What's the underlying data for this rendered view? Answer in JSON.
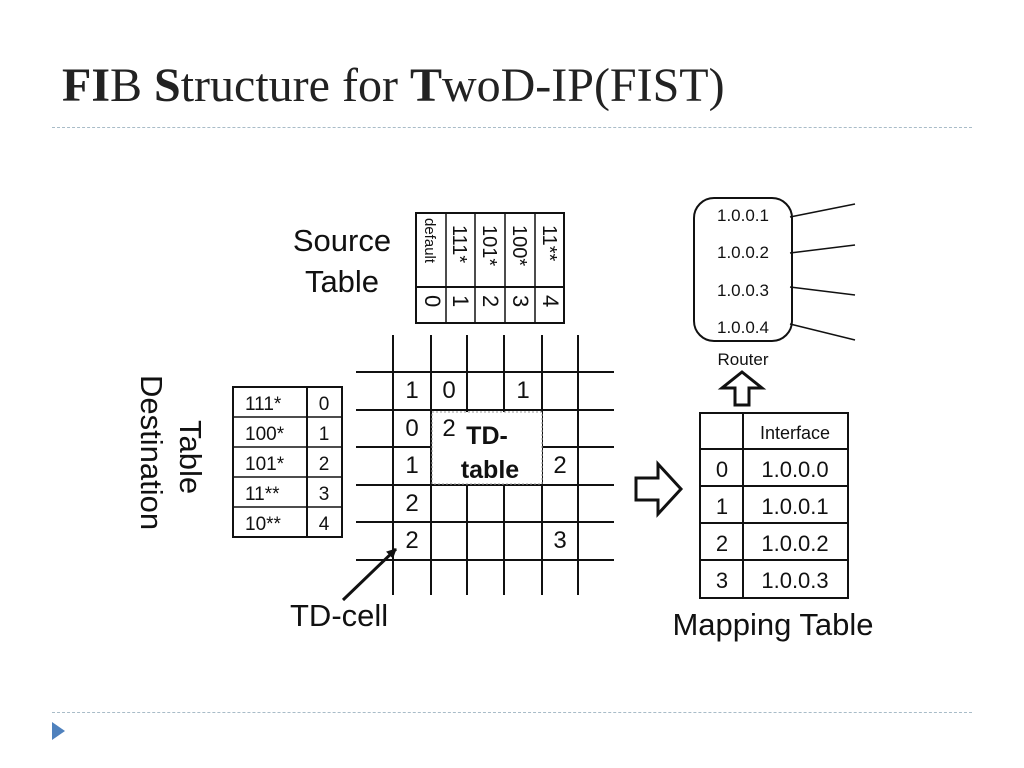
{
  "slide": {
    "title_parts": [
      "FI",
      "B ",
      "S",
      "tructure for ",
      "T",
      "woD-IP(FIST)"
    ]
  },
  "diagram": {
    "source_table": {
      "label_line1": "Source",
      "label_line2": "Table",
      "entries": [
        {
          "prefix": "default",
          "id": "0"
        },
        {
          "prefix": "111*",
          "id": "1"
        },
        {
          "prefix": "101*",
          "id": "2"
        },
        {
          "prefix": "100*",
          "id": "3"
        },
        {
          "prefix": "11**",
          "id": "4"
        }
      ]
    },
    "destination_table": {
      "label_line1": "Destination",
      "label_line2": "Table",
      "entries": [
        {
          "prefix": "111*",
          "id": "0"
        },
        {
          "prefix": "100*",
          "id": "1"
        },
        {
          "prefix": "101*",
          "id": "2"
        },
        {
          "prefix": "11**",
          "id": "3"
        },
        {
          "prefix": "10**",
          "id": "4"
        }
      ]
    },
    "td_table": {
      "label_line1": "TD-",
      "label_line2": "table",
      "cells": [
        {
          "row": 0,
          "col": 0,
          "value": "1"
        },
        {
          "row": 0,
          "col": 1,
          "value": "0"
        },
        {
          "row": 0,
          "col": 3,
          "value": "1"
        },
        {
          "row": 1,
          "col": 0,
          "value": "0"
        },
        {
          "row": 1,
          "col": 1,
          "value": "2"
        },
        {
          "row": 2,
          "col": 0,
          "value": "1"
        },
        {
          "row": 2,
          "col": 4,
          "value": "2"
        },
        {
          "row": 3,
          "col": 0,
          "value": "2"
        },
        {
          "row": 4,
          "col": 0,
          "value": "2"
        },
        {
          "row": 4,
          "col": 4,
          "value": "3"
        }
      ]
    },
    "td_cell_label": "TD-cell",
    "mapping_table": {
      "label": "Mapping Table",
      "header": "Interface",
      "rows": [
        {
          "id": "0",
          "address": "1.0.0.0"
        },
        {
          "id": "1",
          "address": "1.0.0.1"
        },
        {
          "id": "2",
          "address": "1.0.0.2"
        },
        {
          "id": "3",
          "address": "1.0.0.3"
        }
      ]
    },
    "router": {
      "label": "Router",
      "interfaces": [
        "1.0.0.1",
        "1.0.0.2",
        "1.0.0.3",
        "1.0.0.4"
      ]
    }
  }
}
